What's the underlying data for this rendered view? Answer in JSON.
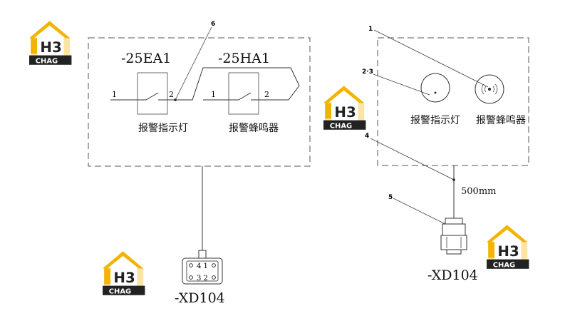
{
  "left_panel": {
    "ref_ea": "-25EA1",
    "ref_ha": "-25HA1",
    "lamp_pin1": "1",
    "lamp_pin2": "2",
    "buzzer_pin1": "1",
    "buzzer_pin2": "2",
    "lamp_label": "报警指示灯",
    "buzzer_label": "报警蜂鸣器",
    "callout": "6"
  },
  "right_panel": {
    "callout_buzzer": "1",
    "callout_lamp": "2·3",
    "callout_cable": "4",
    "callout_connector": "5",
    "lamp_label": "报警指示灯",
    "buzzer_label": "报警蜂鸣器",
    "cable_length": "500mm"
  },
  "connector_left": {
    "pins_top": "4 1",
    "pins_bottom": "3 2",
    "label": "-XD104"
  },
  "connector_right": {
    "label": "-XD104"
  },
  "watermark": {
    "logo_mark": "H3",
    "logo_text": "CHAG",
    "colors": {
      "yellow": "#f2b400",
      "dark": "#222222"
    }
  }
}
